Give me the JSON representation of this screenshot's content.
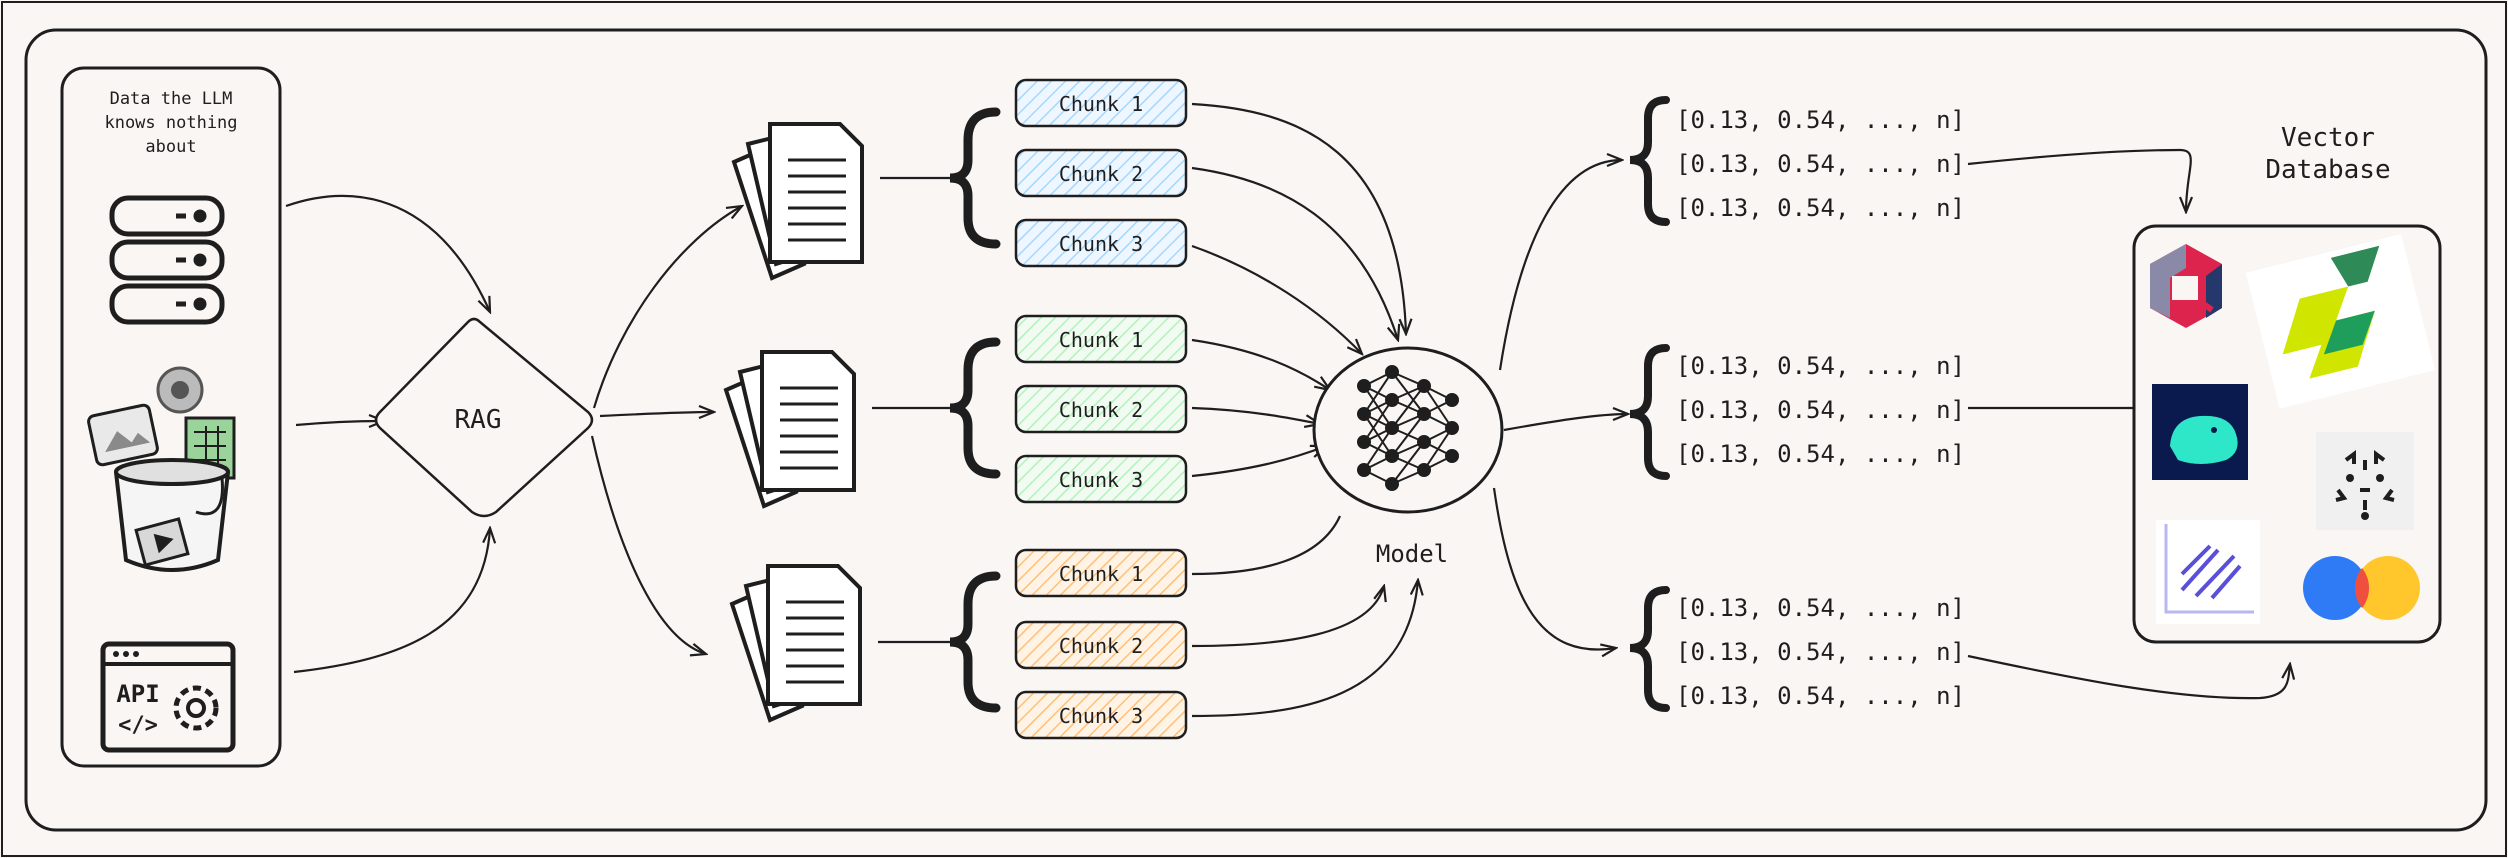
{
  "source_box": {
    "label_lines": [
      "Data the LLM",
      "knows nothing",
      "about"
    ]
  },
  "rag_label": "RAG",
  "model_label": "Model",
  "vector_db": {
    "label_lines": [
      "Vector",
      "Database"
    ]
  },
  "chunk_groups": [
    {
      "color": "#a5d8ff",
      "chunks": [
        "Chunk 1",
        "Chunk 2",
        "Chunk 3"
      ]
    },
    {
      "color": "#b2f2bb",
      "chunks": [
        "Chunk 1",
        "Chunk 2",
        "Chunk 3"
      ]
    },
    {
      "color": "#ffc078",
      "chunks": [
        "Chunk 1",
        "Chunk 2",
        "Chunk 3"
      ]
    }
  ],
  "vector_groups": [
    [
      "[0.13, 0.54, ..., n]",
      "[0.13, 0.54, ..., n]",
      "[0.13, 0.54, ..., n]"
    ],
    [
      "[0.13, 0.54, ..., n]",
      "[0.13, 0.54, ..., n]",
      "[0.13, 0.54, ..., n]"
    ],
    [
      "[0.13, 0.54, ..., n]",
      "[0.13, 0.54, ..., n]",
      "[0.13, 0.54, ..., n]"
    ]
  ],
  "source_icons": [
    "database-icon",
    "files-bucket-icon",
    "api-settings-icon"
  ],
  "db_logos": [
    "qdrant-logo-icon",
    "weaviate-logo-icon",
    "chroma-logo-icon",
    "milvus-logo-icon",
    "lancedb-logo-icon",
    "pinecone-logo-icon"
  ],
  "api_icon_text": {
    "top": "API",
    "bottom": "</>"
  }
}
